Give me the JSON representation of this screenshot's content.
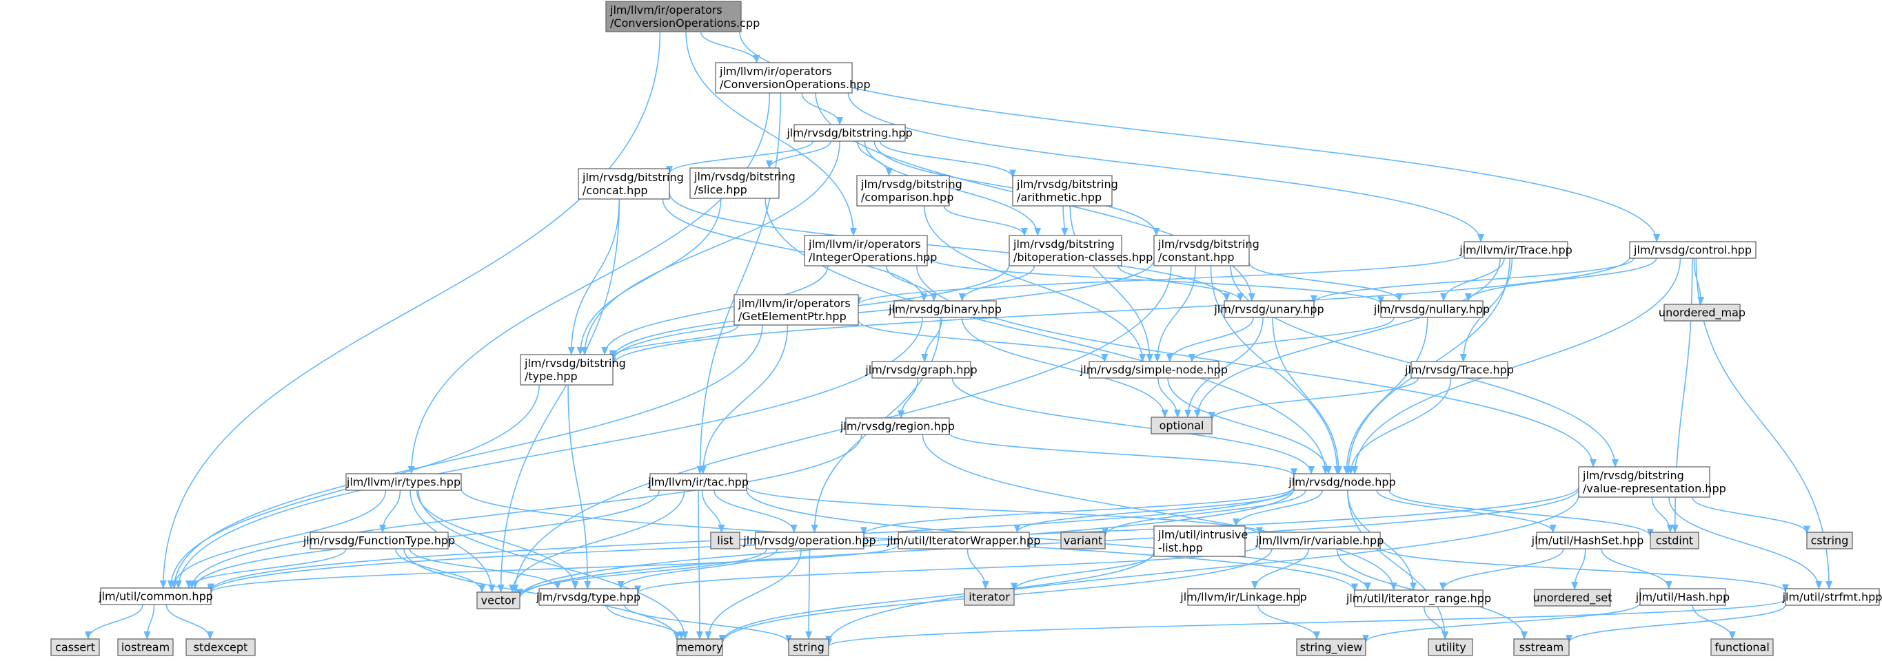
{
  "colors": {
    "edge": "#63b8ff",
    "node_fill": "#ffffff",
    "root_fill": "#999999",
    "external_fill": "#e0e0e0",
    "border": "#666666",
    "external_border": "#999999"
  },
  "nodes": [
    {
      "id": "root",
      "kind": "root",
      "lines": [
        "jlm/llvm/ir/operators",
        "/ConversionOperations.cpp"
      ]
    },
    {
      "id": "conv_hpp",
      "kind": "header",
      "lines": [
        "jlm/llvm/ir/operators",
        "/ConversionOperations.hpp"
      ]
    },
    {
      "id": "bitstring",
      "kind": "header",
      "lines": [
        "jlm/rvsdg/bitstring.hpp"
      ]
    },
    {
      "id": "comparison",
      "kind": "header",
      "lines": [
        "jlm/rvsdg/bitstring",
        "/comparison.hpp"
      ]
    },
    {
      "id": "arithmetic",
      "kind": "header",
      "lines": [
        "jlm/rvsdg/bitstring",
        "/arithmetic.hpp"
      ]
    },
    {
      "id": "concat",
      "kind": "header",
      "lines": [
        "jlm/rvsdg/bitstring",
        "/concat.hpp"
      ]
    },
    {
      "id": "slice",
      "kind": "header",
      "lines": [
        "jlm/rvsdg/bitstring",
        "/slice.hpp"
      ]
    },
    {
      "id": "intops",
      "kind": "header",
      "lines": [
        "jlm/llvm/ir/operators",
        "/IntegerOperations.hpp"
      ]
    },
    {
      "id": "bitop",
      "kind": "header",
      "lines": [
        "jlm/rvsdg/bitstring",
        "/bitoperation-classes.hpp"
      ]
    },
    {
      "id": "constant",
      "kind": "header",
      "lines": [
        "jlm/rvsdg/bitstring",
        "/constant.hpp"
      ]
    },
    {
      "id": "trace_llvm",
      "kind": "header",
      "lines": [
        "jlm/llvm/ir/Trace.hpp"
      ]
    },
    {
      "id": "control",
      "kind": "header",
      "lines": [
        "jlm/rvsdg/control.hpp"
      ]
    },
    {
      "id": "unordered_map",
      "kind": "external",
      "lines": [
        "unordered_map"
      ]
    },
    {
      "id": "gep",
      "kind": "header",
      "lines": [
        "jlm/llvm/ir/operators",
        "/GetElementPtr.hpp"
      ]
    },
    {
      "id": "binary",
      "kind": "header",
      "lines": [
        "jlm/rvsdg/binary.hpp"
      ]
    },
    {
      "id": "unary",
      "kind": "header",
      "lines": [
        "jlm/rvsdg/unary.hpp"
      ]
    },
    {
      "id": "nullary",
      "kind": "header",
      "lines": [
        "jlm/rvsdg/nullary.hpp"
      ]
    },
    {
      "id": "bittype",
      "kind": "header",
      "lines": [
        "jlm/rvsdg/bitstring",
        "/type.hpp"
      ]
    },
    {
      "id": "graph",
      "kind": "header",
      "lines": [
        "jlm/rvsdg/graph.hpp"
      ]
    },
    {
      "id": "simplenode",
      "kind": "header",
      "lines": [
        "jlm/rvsdg/simple-node.hpp"
      ]
    },
    {
      "id": "trace_rvsdg",
      "kind": "header",
      "lines": [
        "jlm/rvsdg/Trace.hpp"
      ]
    },
    {
      "id": "optional",
      "kind": "external",
      "lines": [
        "optional"
      ]
    },
    {
      "id": "region",
      "kind": "header",
      "lines": [
        "jlm/rvsdg/region.hpp"
      ]
    },
    {
      "id": "types",
      "kind": "header",
      "lines": [
        "jlm/llvm/ir/types.hpp"
      ]
    },
    {
      "id": "tac",
      "kind": "header",
      "lines": [
        "jlm/llvm/ir/tac.hpp"
      ]
    },
    {
      "id": "node",
      "kind": "header",
      "lines": [
        "jlm/rvsdg/node.hpp"
      ]
    },
    {
      "id": "valrep",
      "kind": "header",
      "lines": [
        "jlm/rvsdg/bitstring",
        "/value-representation.hpp"
      ]
    },
    {
      "id": "list",
      "kind": "external",
      "lines": [
        "list"
      ]
    },
    {
      "id": "functype",
      "kind": "header",
      "lines": [
        "jlm/rvsdg/FunctionType.hpp"
      ]
    },
    {
      "id": "operation",
      "kind": "header",
      "lines": [
        "jlm/rvsdg/operation.hpp"
      ]
    },
    {
      "id": "iterwrap",
      "kind": "header",
      "lines": [
        "jlm/util/IteratorWrapper.hpp"
      ]
    },
    {
      "id": "variant",
      "kind": "external",
      "lines": [
        "variant"
      ]
    },
    {
      "id": "intrusive",
      "kind": "header",
      "lines": [
        "jlm/util/intrusive",
        "-list.hpp"
      ]
    },
    {
      "id": "variable",
      "kind": "header",
      "lines": [
        "jlm/llvm/ir/variable.hpp"
      ]
    },
    {
      "id": "hashset",
      "kind": "header",
      "lines": [
        "jlm/util/HashSet.hpp"
      ]
    },
    {
      "id": "cstdint",
      "kind": "external",
      "lines": [
        "cstdint"
      ]
    },
    {
      "id": "cstring",
      "kind": "external",
      "lines": [
        "cstring"
      ]
    },
    {
      "id": "common",
      "kind": "header",
      "lines": [
        "jlm/util/common.hpp"
      ]
    },
    {
      "id": "vector",
      "kind": "external",
      "lines": [
        "vector"
      ]
    },
    {
      "id": "rtype",
      "kind": "header",
      "lines": [
        "jlm/rvsdg/type.hpp"
      ]
    },
    {
      "id": "iterator",
      "kind": "external",
      "lines": [
        "iterator"
      ]
    },
    {
      "id": "linkage",
      "kind": "header",
      "lines": [
        "jlm/llvm/ir/Linkage.hpp"
      ]
    },
    {
      "id": "iterrange",
      "kind": "header",
      "lines": [
        "jlm/util/iterator_range.hpp"
      ]
    },
    {
      "id": "unordered_set",
      "kind": "external",
      "lines": [
        "unordered_set"
      ]
    },
    {
      "id": "hash",
      "kind": "header",
      "lines": [
        "jlm/util/Hash.hpp"
      ]
    },
    {
      "id": "strfmt",
      "kind": "header",
      "lines": [
        "jlm/util/strfmt.hpp"
      ]
    },
    {
      "id": "cassert",
      "kind": "external",
      "lines": [
        "cassert"
      ]
    },
    {
      "id": "iostream",
      "kind": "external",
      "lines": [
        "iostream"
      ]
    },
    {
      "id": "stdexcept",
      "kind": "external",
      "lines": [
        "stdexcept"
      ]
    },
    {
      "id": "memory",
      "kind": "external",
      "lines": [
        "memory"
      ]
    },
    {
      "id": "string",
      "kind": "external",
      "lines": [
        "string"
      ]
    },
    {
      "id": "string_view",
      "kind": "external",
      "lines": [
        "string_view"
      ]
    },
    {
      "id": "utility",
      "kind": "external",
      "lines": [
        "utility"
      ]
    },
    {
      "id": "sstream",
      "kind": "external",
      "lines": [
        "sstream"
      ]
    },
    {
      "id": "functional",
      "kind": "external",
      "lines": [
        "functional"
      ]
    }
  ],
  "edges": [
    [
      "root",
      "conv_hpp"
    ],
    [
      "root",
      "intops"
    ],
    [
      "root",
      "common"
    ],
    [
      "root",
      "control"
    ],
    [
      "conv_hpp",
      "bitstring"
    ],
    [
      "conv_hpp",
      "trace_llvm"
    ],
    [
      "conv_hpp",
      "tac"
    ],
    [
      "conv_hpp",
      "types"
    ],
    [
      "conv_hpp",
      "unary"
    ],
    [
      "bitstring",
      "comparison"
    ],
    [
      "bitstring",
      "arithmetic"
    ],
    [
      "bitstring",
      "concat"
    ],
    [
      "bitstring",
      "slice"
    ],
    [
      "bitstring",
      "bitop"
    ],
    [
      "bitstring",
      "constant"
    ],
    [
      "bitstring",
      "bittype"
    ],
    [
      "comparison",
      "bitop"
    ],
    [
      "comparison",
      "simplenode"
    ],
    [
      "arithmetic",
      "bitop"
    ],
    [
      "arithmetic",
      "simplenode"
    ],
    [
      "concat",
      "bittype"
    ],
    [
      "concat",
      "binary"
    ],
    [
      "concat",
      "vector"
    ],
    [
      "concat",
      "unary"
    ],
    [
      "slice",
      "bittype"
    ],
    [
      "slice",
      "node"
    ],
    [
      "intops",
      "bittype"
    ],
    [
      "intops",
      "binary"
    ],
    [
      "intops",
      "nullary"
    ],
    [
      "intops",
      "valrep"
    ],
    [
      "bitop",
      "binary"
    ],
    [
      "bitop",
      "unary"
    ],
    [
      "bitop",
      "bittype"
    ],
    [
      "constant",
      "bittype"
    ],
    [
      "constant",
      "nullary"
    ],
    [
      "constant",
      "valrep"
    ],
    [
      "constant",
      "simplenode"
    ],
    [
      "constant",
      "vector"
    ],
    [
      "constant",
      "node"
    ],
    [
      "trace_llvm",
      "gep"
    ],
    [
      "trace_llvm",
      "trace_rvsdg"
    ],
    [
      "trace_llvm",
      "optional"
    ],
    [
      "trace_llvm",
      "node"
    ],
    [
      "trace_llvm",
      "nullary"
    ],
    [
      "control",
      "unordered_map"
    ],
    [
      "control",
      "nullary"
    ],
    [
      "control",
      "unary"
    ],
    [
      "control",
      "node"
    ],
    [
      "control",
      "cstdint"
    ],
    [
      "control",
      "strfmt"
    ],
    [
      "control",
      "bittype"
    ],
    [
      "gep",
      "bittype"
    ],
    [
      "gep",
      "tac"
    ],
    [
      "gep",
      "simplenode"
    ],
    [
      "gep",
      "common"
    ],
    [
      "binary",
      "graph"
    ],
    [
      "binary",
      "operation"
    ],
    [
      "binary",
      "optional"
    ],
    [
      "binary",
      "common"
    ],
    [
      "unary",
      "simplenode"
    ],
    [
      "unary",
      "optional"
    ],
    [
      "unary",
      "node"
    ],
    [
      "nullary",
      "simplenode"
    ],
    [
      "nullary",
      "node"
    ],
    [
      "bittype",
      "rtype"
    ],
    [
      "bittype",
      "common"
    ],
    [
      "graph",
      "region"
    ],
    [
      "graph",
      "node"
    ],
    [
      "simplenode",
      "node"
    ],
    [
      "simplenode",
      "optional"
    ],
    [
      "trace_rvsdg",
      "optional"
    ],
    [
      "trace_rvsdg",
      "node"
    ],
    [
      "region",
      "node"
    ],
    [
      "region",
      "common"
    ],
    [
      "region",
      "iterrange"
    ],
    [
      "types",
      "functype"
    ],
    [
      "types",
      "common"
    ],
    [
      "types",
      "memory"
    ],
    [
      "types",
      "vector"
    ],
    [
      "types",
      "rtype"
    ],
    [
      "types",
      "iterrange"
    ],
    [
      "tac",
      "operation"
    ],
    [
      "tac",
      "variable"
    ],
    [
      "tac",
      "list"
    ],
    [
      "tac",
      "vector"
    ],
    [
      "tac",
      "memory"
    ],
    [
      "tac",
      "common"
    ],
    [
      "tac",
      "iterrange"
    ],
    [
      "node",
      "operation"
    ],
    [
      "node",
      "iterwrap"
    ],
    [
      "node",
      "variant"
    ],
    [
      "node",
      "intrusive"
    ],
    [
      "node",
      "hashset"
    ],
    [
      "node",
      "iterrange"
    ],
    [
      "node",
      "utility"
    ],
    [
      "node",
      "cstdint"
    ],
    [
      "node",
      "vector"
    ],
    [
      "node",
      "common"
    ],
    [
      "valrep",
      "cstdint"
    ],
    [
      "valrep",
      "cstring"
    ],
    [
      "valrep",
      "strfmt"
    ],
    [
      "valrep",
      "vector"
    ],
    [
      "valrep",
      "common"
    ],
    [
      "valrep",
      "string"
    ],
    [
      "functype",
      "common"
    ],
    [
      "functype",
      "vector"
    ],
    [
      "functype",
      "rtype"
    ],
    [
      "functype",
      "memory"
    ],
    [
      "operation",
      "rtype"
    ],
    [
      "operation",
      "memory"
    ],
    [
      "operation",
      "string"
    ],
    [
      "operation",
      "vector"
    ],
    [
      "iterwrap",
      "iterator"
    ],
    [
      "iterwrap",
      "common"
    ],
    [
      "intrusive",
      "iterator"
    ],
    [
      "intrusive",
      "memory"
    ],
    [
      "variable",
      "linkage"
    ],
    [
      "variable",
      "rtype"
    ],
    [
      "variable",
      "strfmt"
    ],
    [
      "variable",
      "memory"
    ],
    [
      "variable",
      "sstream"
    ],
    [
      "hashset",
      "unordered_set"
    ],
    [
      "hashset",
      "hash"
    ],
    [
      "hashset",
      "iterrange"
    ],
    [
      "hash",
      "functional"
    ],
    [
      "hash",
      "string_view"
    ],
    [
      "strfmt",
      "string"
    ],
    [
      "strfmt",
      "sstream"
    ],
    [
      "common",
      "cassert"
    ],
    [
      "common",
      "iostream"
    ],
    [
      "common",
      "stdexcept"
    ],
    [
      "rtype",
      "memory"
    ],
    [
      "rtype",
      "string"
    ],
    [
      "linkage",
      "string_view"
    ],
    [
      "iterrange",
      "utility"
    ]
  ]
}
